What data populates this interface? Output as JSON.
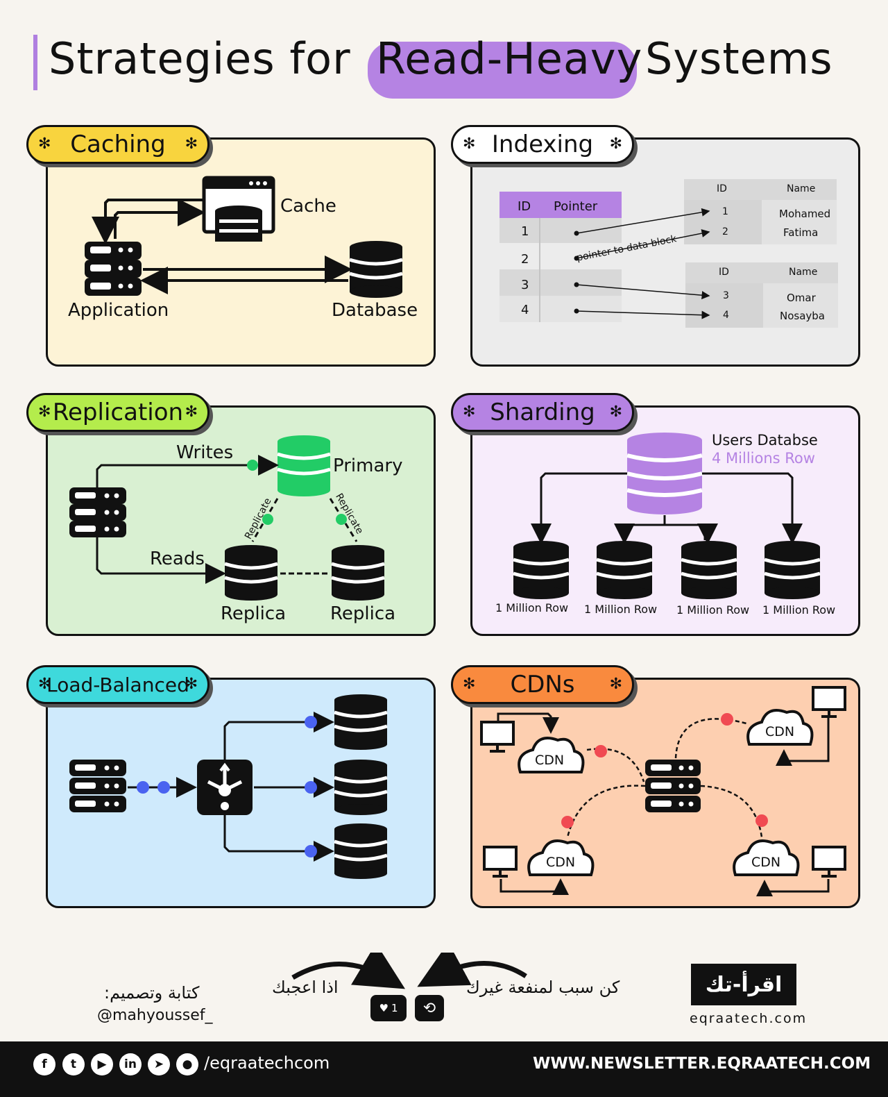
{
  "title": {
    "part1": "Strategies for",
    "highlight": "Read-Heavy",
    "part2": "Systems"
  },
  "colors": {
    "accent": "#b583e3",
    "caching": "#fdf3d6",
    "indexing": "#ececec",
    "replication": "#d9f0d2",
    "sharding": "#f7ecfb",
    "load_balanced": "#cfeafc",
    "cdns": "#fdcfb0",
    "green": "#22cc66",
    "blue": "#4a63f0",
    "red": "#f04a52"
  },
  "caching": {
    "tag": "Caching",
    "cache": "Cache",
    "application": "Application",
    "database": "Database"
  },
  "indexing": {
    "tag": "Indexing",
    "index_headers": [
      "ID",
      "Pointer"
    ],
    "index_ids": [
      "1",
      "2",
      "3",
      "4"
    ],
    "pointer_note": "pointer to data block",
    "block1": {
      "headers": [
        "ID",
        "Name"
      ],
      "ids": [
        "1",
        "2"
      ],
      "names": [
        "Mohamed",
        "Fatima"
      ]
    },
    "block2": {
      "headers": [
        "ID",
        "Name"
      ],
      "ids": [
        "3",
        "4"
      ],
      "names": [
        "Omar",
        "Nosayba"
      ]
    }
  },
  "replication": {
    "tag": "Replication",
    "writes": "Writes",
    "reads": "Reads",
    "primary": "Primary",
    "replicate": "Replicate",
    "replica": "Replica"
  },
  "sharding": {
    "tag": "Sharding",
    "db_title": "Users Databse",
    "db_rows": "4 Millions Row",
    "shard_label": "1 Million Row"
  },
  "load_balanced": {
    "tag": "Load-Balanced"
  },
  "cdns": {
    "tag": "CDNs",
    "cdn": "CDN"
  },
  "footer": {
    "author_label": "كتابة وتصميم:",
    "author_handle": "@mahyoussef_",
    "like_text": "اذا اعجبك",
    "share_text": "كن سبب لمنفعة غيرك",
    "like_count": "1",
    "brand": "اقرأ-تك",
    "brand_url": "eqraatech.com",
    "social_handle": "/eqraatechcom",
    "newsletter": "WWW.NEWSLETTER.EQRAATECH.COM",
    "social_icons": [
      "facebook-icon",
      "twitter-icon",
      "youtube-icon",
      "linkedin-icon",
      "telegram-icon",
      "github-icon"
    ]
  }
}
